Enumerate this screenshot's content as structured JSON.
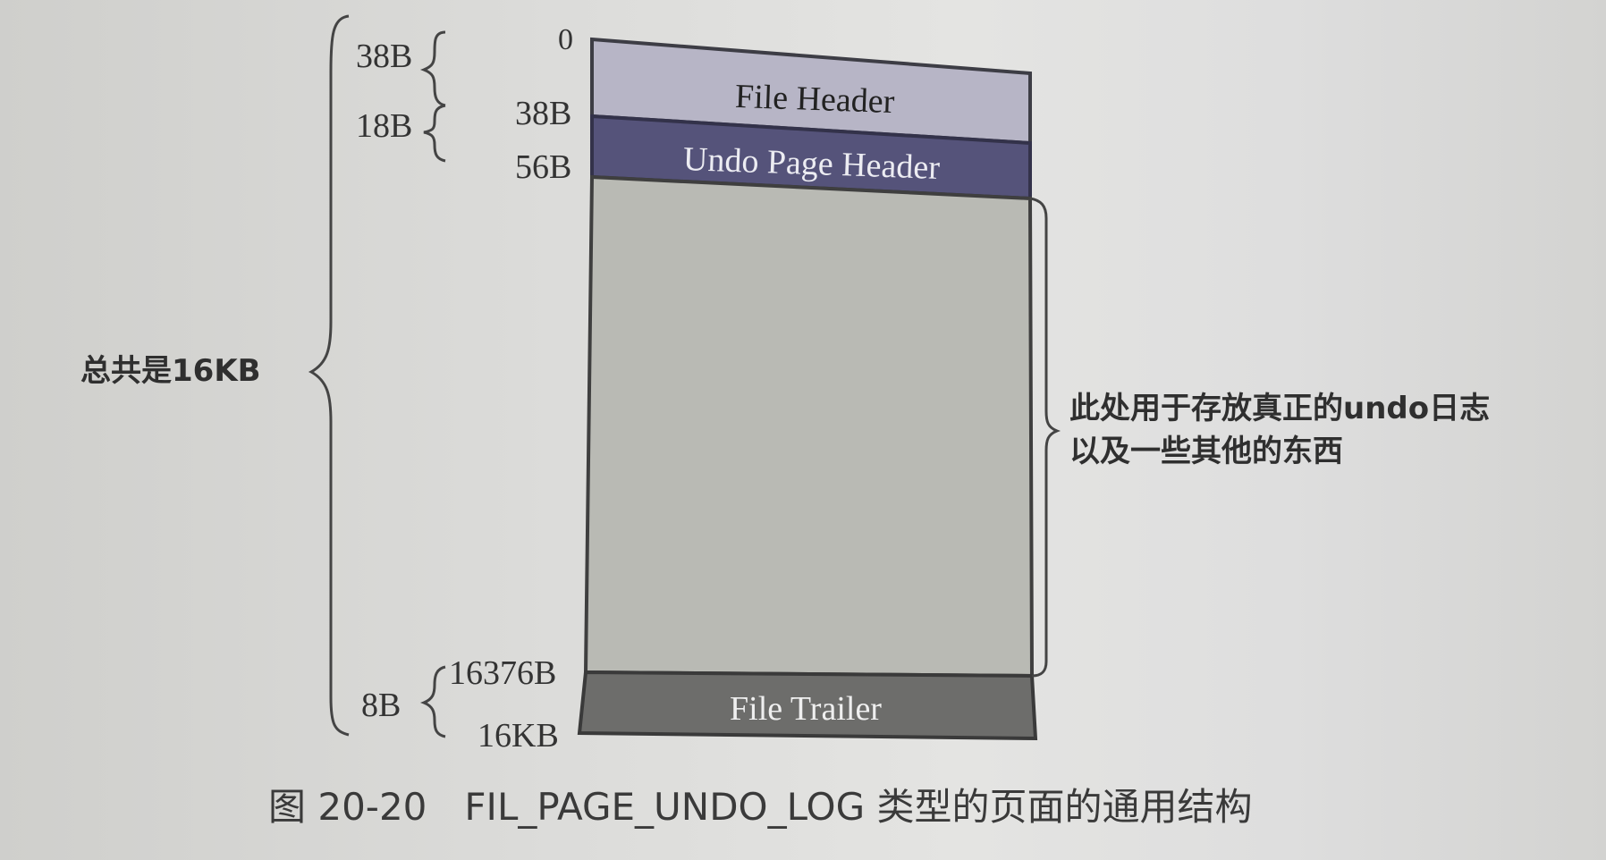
{
  "diagram": {
    "offsets": {
      "start": "0",
      "after_file_header": "38B",
      "after_undo_page_header": "56B",
      "before_trailer": "16376B",
      "end": "16KB"
    },
    "sizes": {
      "file_header": "38B",
      "undo_page_header": "18B",
      "file_trailer": "8B",
      "total": "总共是16KB"
    },
    "sections": {
      "file_header": "File Header",
      "undo_page_header": "Undo Page Header",
      "file_trailer": "File Trailer"
    },
    "annotation": {
      "line1": "此处用于存放真正的undo日志",
      "line2": "以及一些其他的东西"
    },
    "caption": "图 20-20　FIL_PAGE_UNDO_LOG 类型的页面的通用结构",
    "colors": {
      "file_header_fill": "#b7b5c6",
      "undo_page_header_fill": "#55537a",
      "body_fill": "#b9bab4",
      "file_trailer_fill": "#6d6d6b"
    }
  }
}
